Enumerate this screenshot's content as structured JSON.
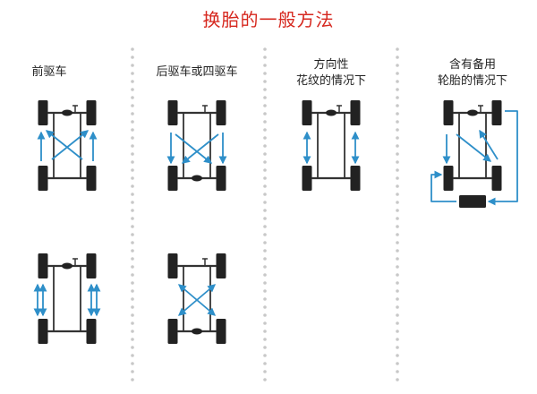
{
  "title": "换胎的一般方法",
  "columns": [
    {
      "lines": [
        "前驱车"
      ]
    },
    {
      "lines": [
        "后驱车或四驱车"
      ]
    },
    {
      "lines": [
        "方向性",
        "花纹的情况下"
      ]
    },
    {
      "lines": [
        "含有备用",
        "轮胎的情况下"
      ]
    }
  ],
  "colors": {
    "title": "#d6281f",
    "arrow": "#2e8fc9",
    "tire": "#222222",
    "axle": "#333333",
    "divider": "#c8c8c8"
  }
}
